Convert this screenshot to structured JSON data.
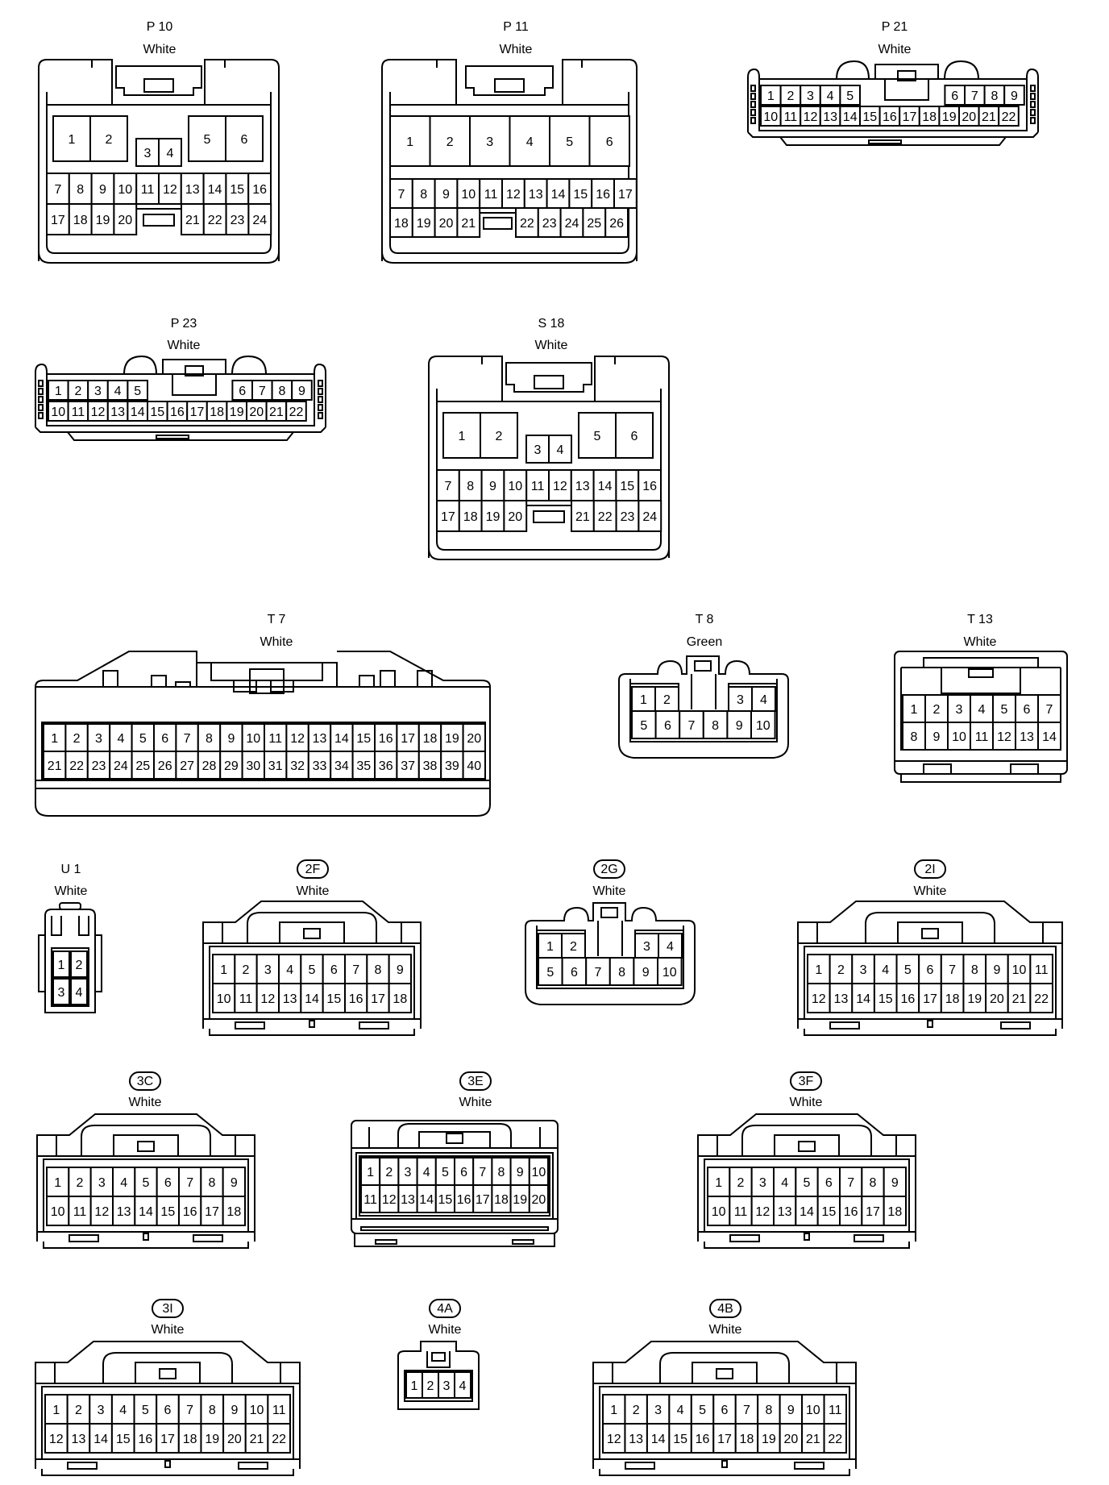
{
  "connectors": [
    {
      "id": "P10",
      "name": "P 10",
      "color": "White",
      "badge": false,
      "pins": 24
    },
    {
      "id": "P11",
      "name": "P 11",
      "color": "White",
      "badge": false,
      "pins": 26
    },
    {
      "id": "P21",
      "name": "P 21",
      "color": "White",
      "badge": false,
      "pins": 22
    },
    {
      "id": "P23",
      "name": "P 23",
      "color": "White",
      "badge": false,
      "pins": 22
    },
    {
      "id": "S18",
      "name": "S 18",
      "color": "White",
      "badge": false,
      "pins": 24
    },
    {
      "id": "T7",
      "name": "T 7",
      "color": "White",
      "badge": false,
      "pins": 40
    },
    {
      "id": "T8",
      "name": "T 8",
      "color": "Green",
      "badge": false,
      "pins": 10
    },
    {
      "id": "T13",
      "name": "T 13",
      "color": "White",
      "badge": false,
      "pins": 14
    },
    {
      "id": "U1",
      "name": "U 1",
      "color": "White",
      "badge": false,
      "pins": 4
    },
    {
      "id": "2F",
      "name": "2F",
      "color": "White",
      "badge": true,
      "pins": 18
    },
    {
      "id": "2G",
      "name": "2G",
      "color": "White",
      "badge": true,
      "pins": 10
    },
    {
      "id": "2I",
      "name": "2I",
      "color": "White",
      "badge": true,
      "pins": 22
    },
    {
      "id": "3C",
      "name": "3C",
      "color": "White",
      "badge": true,
      "pins": 18
    },
    {
      "id": "3E",
      "name": "3E",
      "color": "White",
      "badge": true,
      "pins": 20
    },
    {
      "id": "3F",
      "name": "3F",
      "color": "White",
      "badge": true,
      "pins": 18
    },
    {
      "id": "3I",
      "name": "3I",
      "color": "White",
      "badge": true,
      "pins": 22
    },
    {
      "id": "4A",
      "name": "4A",
      "color": "White",
      "badge": true,
      "pins": 4
    },
    {
      "id": "4B",
      "name": "4B",
      "color": "White",
      "badge": true,
      "pins": 22
    }
  ]
}
